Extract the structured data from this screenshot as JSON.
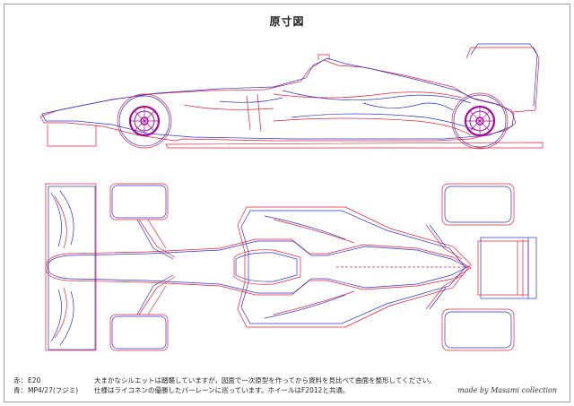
{
  "title": "原寸図",
  "legend": [
    {
      "key": "赤：",
      "car": "E20",
      "color": "#e0203a"
    },
    {
      "key": "青：",
      "car": "MP4/27(フジミ)",
      "color": "#3030d0"
    }
  ],
  "notes": [
    "大まかなシルエットは踏襲していますが，図面で一次原型を作ってから資料を見比べて曲面を整形してください。",
    "仕様はライコネンの優勝したバーレーンに巡っています。ホイールはF2012と共通。"
  ],
  "signature": "made by Masami collection",
  "colors": {
    "red": "#e0203a",
    "blue": "#3030d0",
    "wheel": "#a0109a"
  }
}
